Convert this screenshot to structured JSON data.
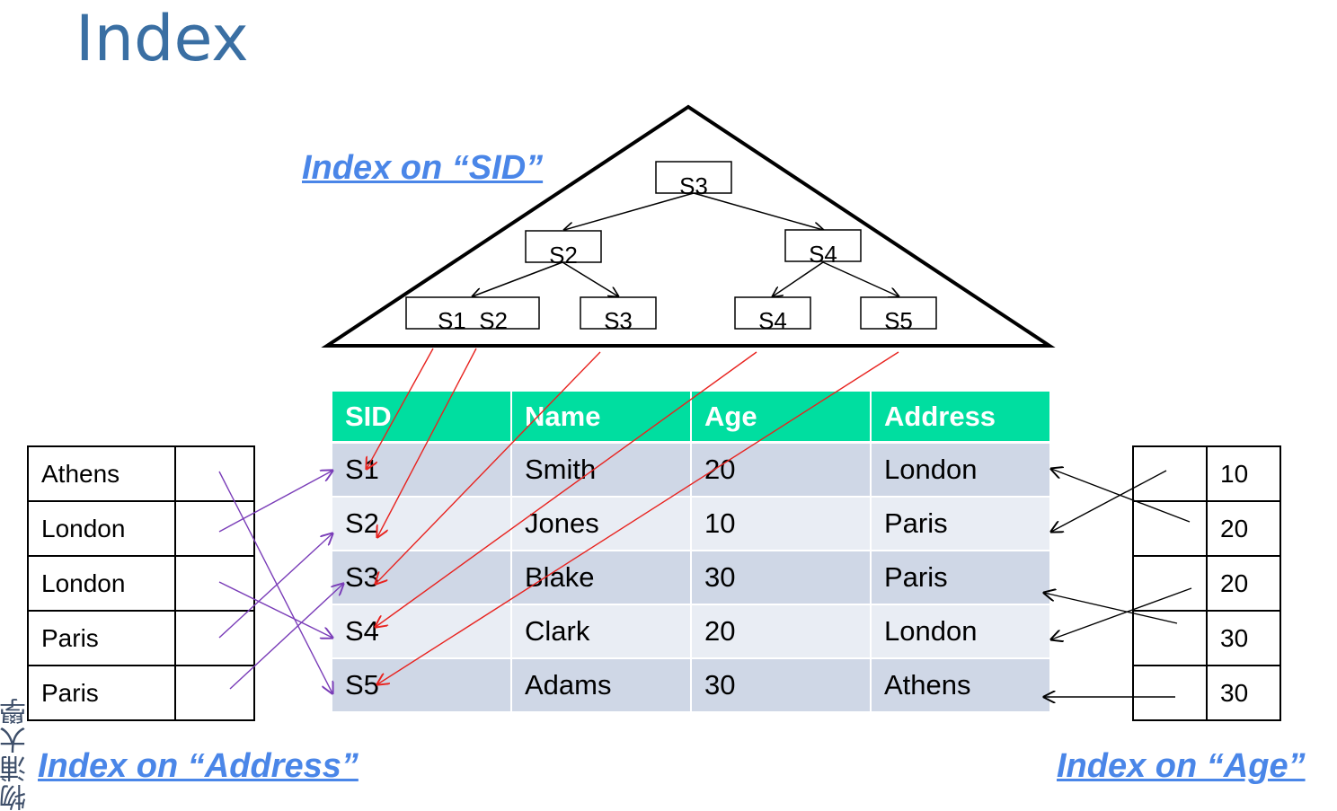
{
  "title": "Index",
  "labels": {
    "sid_index": "Index on “SID”",
    "address_index": "Index on “Address”",
    "age_index": "Index on “Age”"
  },
  "tree": {
    "root": "S3",
    "level1": [
      "S2",
      "S4"
    ],
    "leaves": [
      "S1  S2",
      "S3",
      "S4",
      "S5"
    ]
  },
  "table": {
    "columns": [
      "SID",
      "Name",
      "Age",
      "Address"
    ],
    "rows": [
      [
        "S1",
        "Smith",
        "20",
        "London"
      ],
      [
        "S2",
        "Jones",
        "10",
        "Paris"
      ],
      [
        "S3",
        "Blake",
        "30",
        "Paris"
      ],
      [
        "S4",
        "Clark",
        "20",
        "London"
      ],
      [
        "S5",
        "Adams",
        "30",
        "Athens"
      ]
    ],
    "header_color": "#00dea0"
  },
  "address_index": [
    "Athens",
    "London",
    "London",
    "Paris",
    "Paris"
  ],
  "age_index": [
    "10",
    "20",
    "20",
    "30",
    "30"
  ],
  "colors": {
    "title": "#3a6fa3",
    "label": "#4a86e8",
    "sid_pointer": "#e8231f",
    "address_pointer": "#7a3db8",
    "age_pointer": "#000000"
  },
  "seal_text": "物浦大學"
}
